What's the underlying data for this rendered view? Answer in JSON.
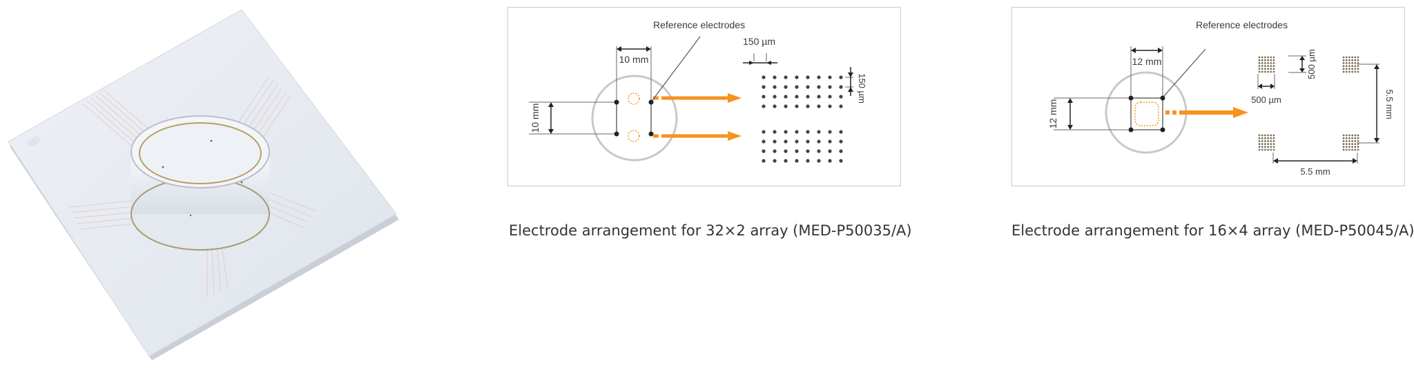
{
  "product": {
    "name": "MED probe photo"
  },
  "diagram_left": {
    "reference_label": "Reference electrodes",
    "dim_top": "10 mm",
    "dim_left": "10 mm",
    "pitch_label": "150 µm",
    "pitch_label_vertical": "150 µm"
  },
  "diagram_right": {
    "reference_label": "Reference electrodes",
    "dim_top": "12 mm",
    "dim_left": "12 mm",
    "pitch_label_vertical": "500 µm",
    "pitch_label_horizontal": "500 µm",
    "span_vertical": "5.5 mm",
    "span_horizontal": "5.5 mm"
  },
  "captions": {
    "left": "Electrode arrangement for 32×2 array (MED-P50035/A)",
    "right": "Electrode arrangement for 16×4 array (MED-P50045/A)"
  },
  "colors": {
    "accent": "#f7931e",
    "border": "#c9c9c9",
    "electrode": "#444444"
  }
}
